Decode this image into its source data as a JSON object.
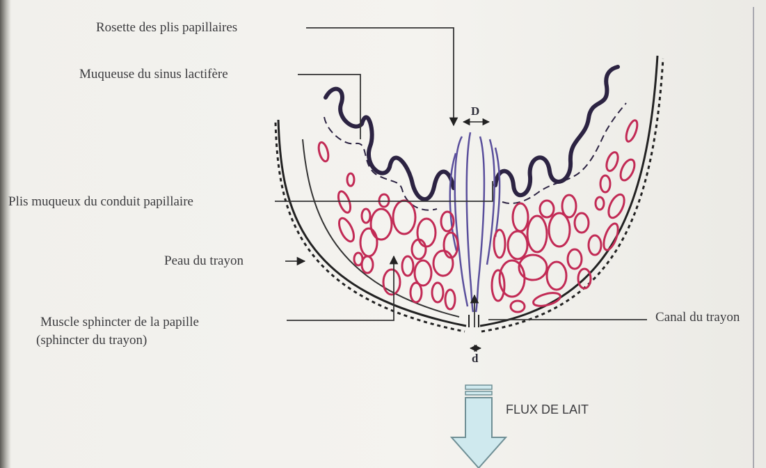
{
  "labels": {
    "rosette": "Rosette des plis papillaires",
    "muqueuse": "Muqueuse du sinus lactifère",
    "plis": "Plis muqueux du conduit papillaire",
    "peau": "Peau du trayon",
    "muscle_line1": "Muscle sphincter de la papille",
    "muscle_line2": "(sphincter du trayon)",
    "canal": "Canal du trayon",
    "flux": "FLUX DE LAIT",
    "dim_upper": "D",
    "dim_lower": "d"
  },
  "colors": {
    "mucosa": "#2c2342",
    "muscle": "#c22a55",
    "canal_folds": "#5a4f9c",
    "lines": "#333333",
    "arrow_fill": "#cfe9ee",
    "arrow_stroke": "#6f8f95"
  }
}
